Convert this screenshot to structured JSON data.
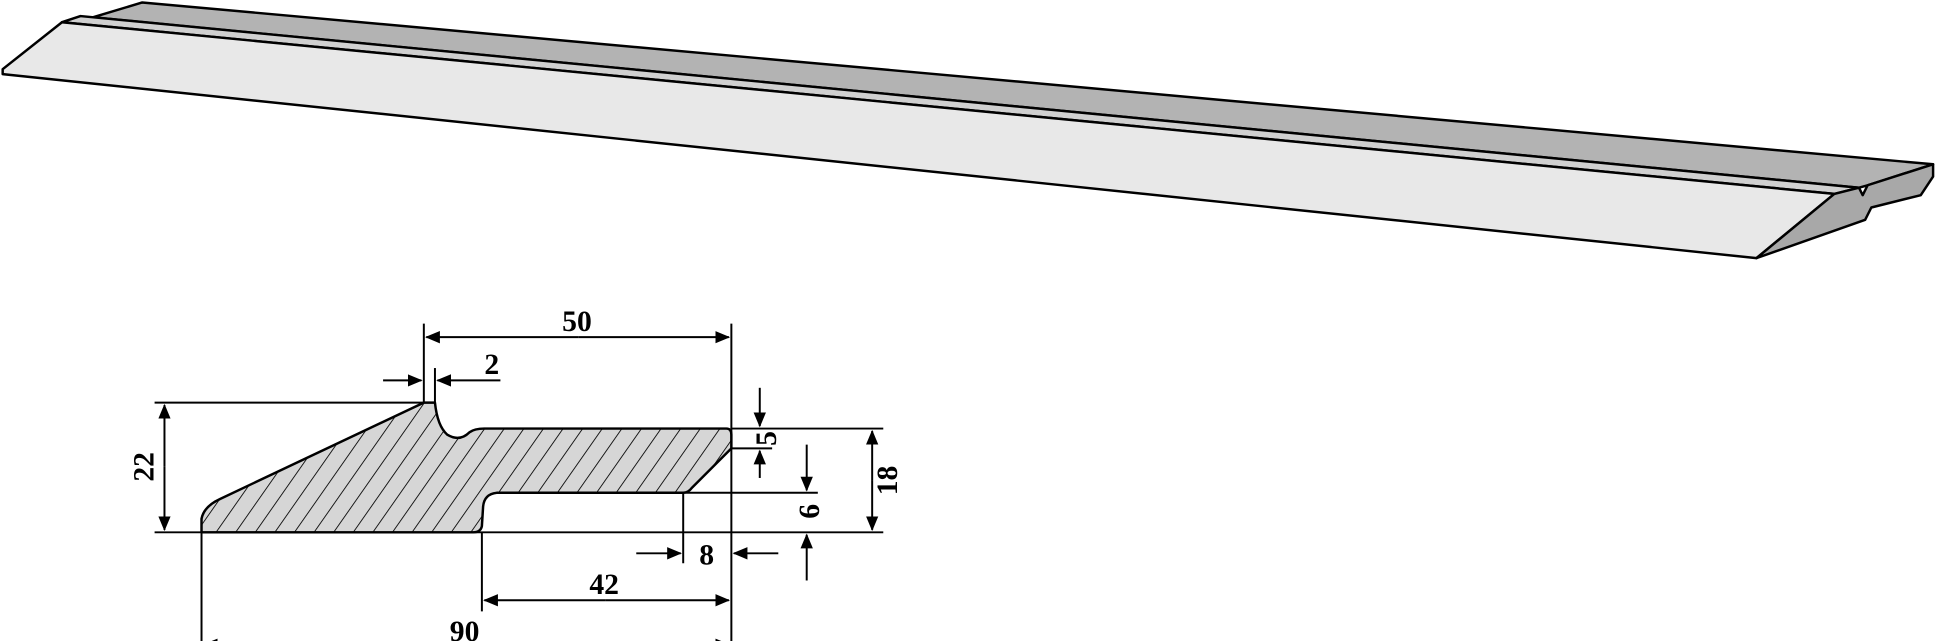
{
  "drawing": {
    "subject": "blade-profile",
    "colors": {
      "top_face": "#b3b3b3",
      "front_face": "#e8e8e8",
      "end_face": "#a8a8a8",
      "section_fill": "#d6d6d6",
      "line": "#000000"
    },
    "dimensions": {
      "top_width": "50",
      "groove_offset": "2",
      "overall_height": "22",
      "chamfer_height": "5",
      "step_height": "6",
      "body_height": "18",
      "chamfer_width": "8",
      "step_width": "42",
      "overall_width": "90"
    }
  }
}
